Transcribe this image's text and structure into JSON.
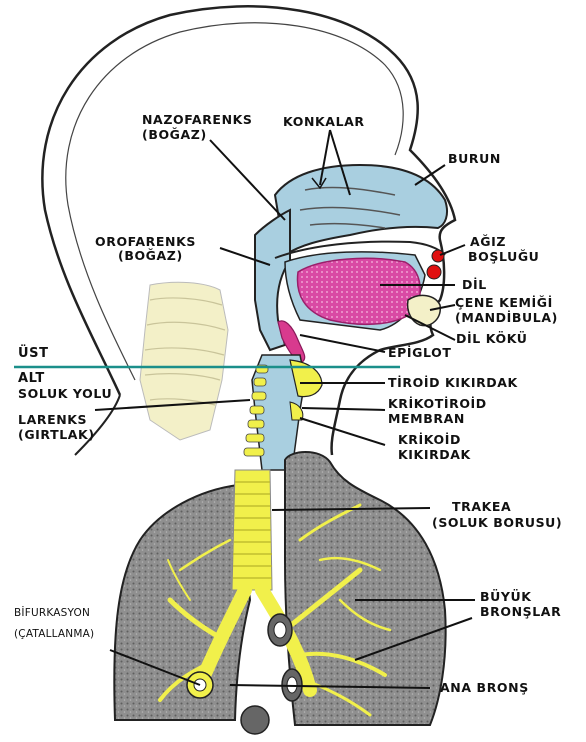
{
  "labels": {
    "nazofarenks": "NAZOFARENKS",
    "nazofarenks_sub": "(BOĞAZ)",
    "konkalar": "KONKALAR",
    "burun": "BURUN",
    "orofarenks": "OROFARENKS",
    "orofarenks_sub": "(BOĞAZ)",
    "agiz": "AĞIZ",
    "boslugu": "BOŞLUĞU",
    "dil": "DİL",
    "cene": "ÇENE KEMİĞİ",
    "mandibula": "(MANDİBULA)",
    "dilkoku": "DİL KÖKÜ",
    "ust": "ÜST",
    "alt": "ALT",
    "solukyolu": "SOLUK YOLU",
    "epiglot": "EPİGLOT",
    "tiroid": "TİROİD KIKIRDAK",
    "krikotiroid": "KRİKOTİROİD",
    "membran": "MEMBRAN",
    "larenks": "LARENKS",
    "girtlak": "(GIRTLAK)",
    "krikoid": "KRİKOİD",
    "kikirdak": "KIKIRDAK",
    "trakea": "TRAKEA",
    "trakea_sub": "(SOLUK BORUSU)",
    "buyuk": "BÜYÜK",
    "bronslar": "BRONŞLAR",
    "bifurkasyon": "BİFURKASYON",
    "catallanma": "(ÇATALLANMA)",
    "anabrons": "ANA BRONŞ"
  },
  "colors": {
    "airway": "#a9cfe0",
    "tongue": "#d33a9a",
    "epiglottis": "#d83a8e",
    "cartilage": "#f1f04b",
    "spine": "#f3f0c8",
    "lung": "#8a8a8a",
    "divider": "#1b8f8a",
    "lips": "#e01010"
  }
}
